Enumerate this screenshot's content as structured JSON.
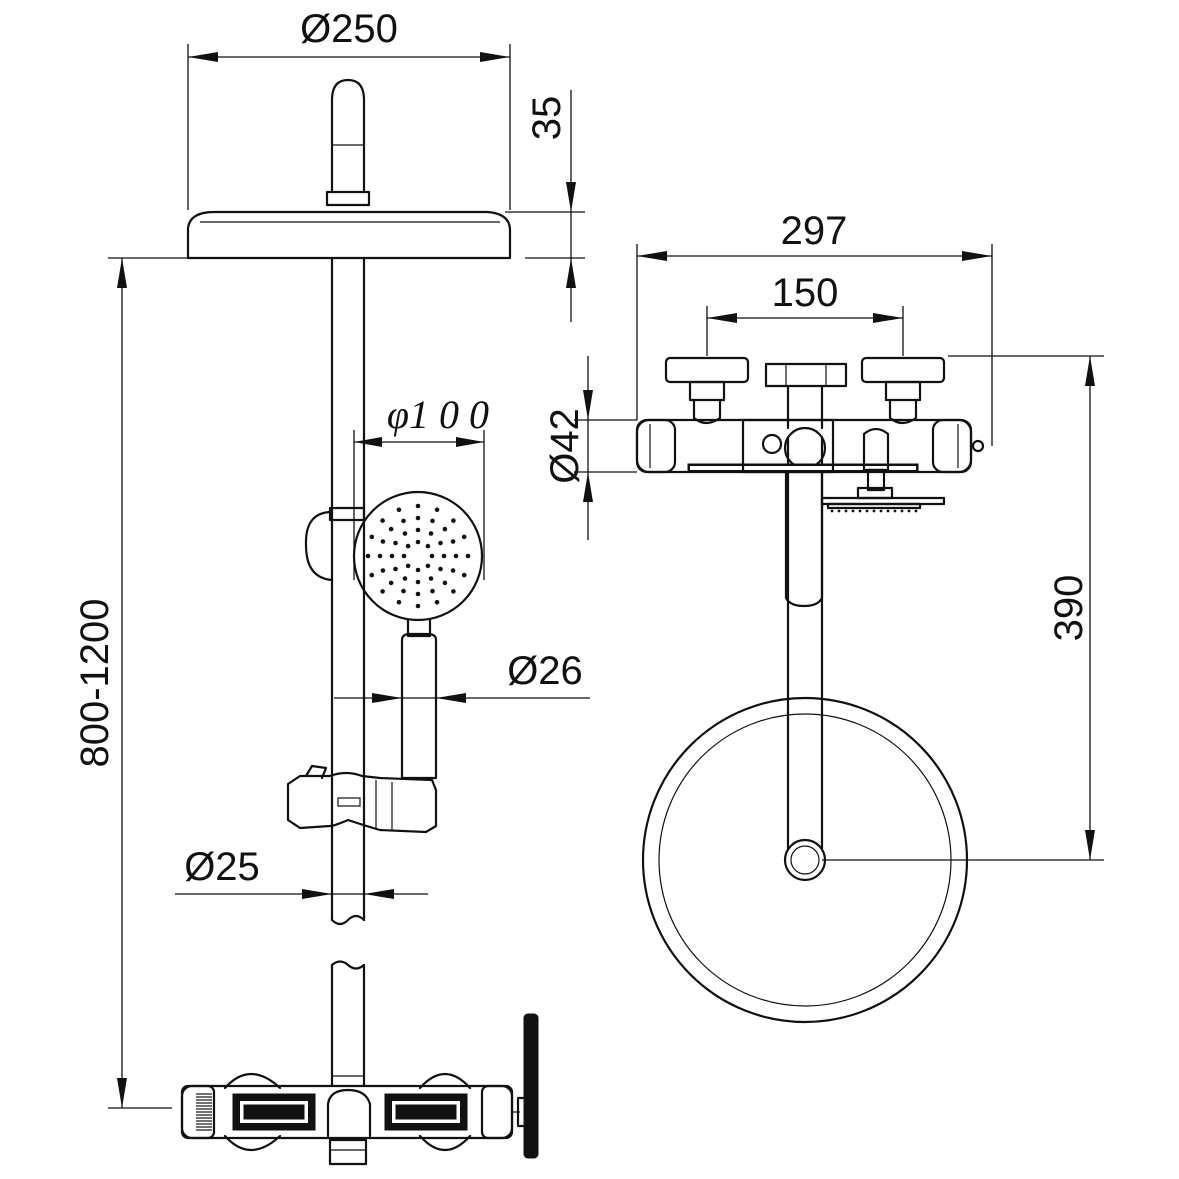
{
  "drawing": {
    "side_view": {
      "head_diameter": "Ø250",
      "arm_height": "35",
      "handshower_diameter": "φ1 0 0",
      "handle_diameter": "Ø26",
      "rail_diameter": "Ø25",
      "total_height": "800-1200"
    },
    "top_view": {
      "overall_width": "297",
      "centers": "150",
      "body_diameter": "Ø42",
      "projection": "390"
    }
  }
}
